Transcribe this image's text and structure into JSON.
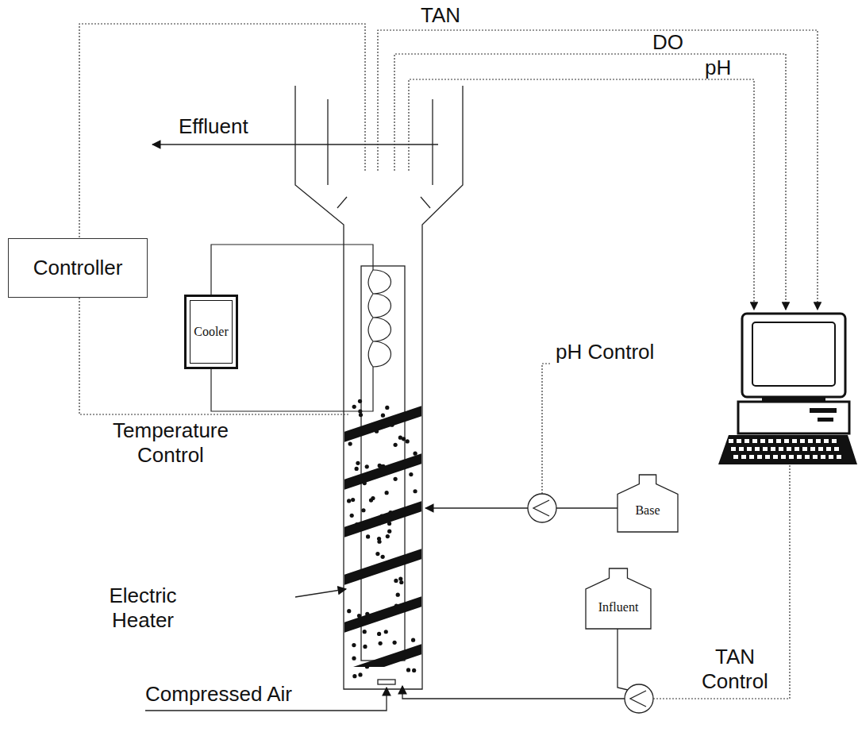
{
  "diagram": {
    "nodes": [
      {
        "text": [
          "Controller"
        ]
      },
      {
        "text": [
          "Cooler"
        ]
      },
      {
        "text": [
          "Base"
        ]
      },
      {
        "text": [
          "Influent"
        ]
      }
    ],
    "labels": [
      "TAN",
      "DO",
      "pH",
      "Effluent",
      "pH Control",
      "Temperature Control",
      "Electric Heater",
      "Compressed Air",
      "TAN Control"
    ]
  }
}
